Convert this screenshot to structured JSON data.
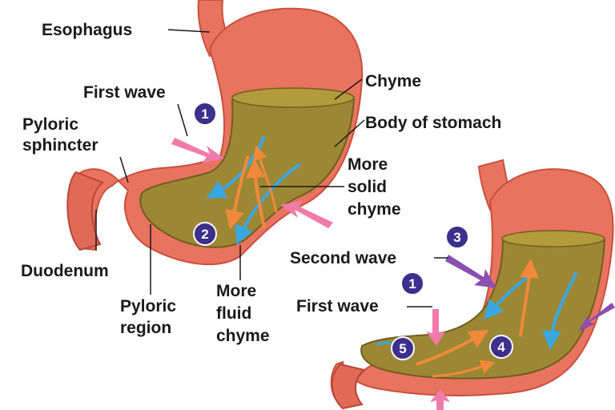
{
  "labels": {
    "esophagus": "Esophagus",
    "first_wave_top": "First wave",
    "pyloric_sphincter_1": "Pyloric",
    "pyloric_sphincter_2": "sphincter",
    "chyme": "Chyme",
    "body_of_stomach": "Body of stomach",
    "more_solid_1": "More",
    "more_solid_2": "solid",
    "more_solid_3": "chyme",
    "duodenum": "Duodenum",
    "pyloric_region_1": "Pyloric",
    "pyloric_region_2": "region",
    "more_fluid_1": "More",
    "more_fluid_2": "fluid",
    "more_fluid_3": "chyme",
    "second_wave": "Second wave",
    "first_wave_bottom": "First wave"
  },
  "steps": {
    "s1_top": "1",
    "s2": "2",
    "s3": "3",
    "s1_bottom": "1",
    "s4": "4",
    "s5": "5"
  },
  "colors": {
    "tissue": "#e8735f",
    "tissue_dark": "#c9503f",
    "chyme": "#9c8734",
    "chyme_dark": "#6f5f1f",
    "blue_arrow": "#3aa7e0",
    "orange_arrow": "#f08a3a",
    "pink_arrow": "#f07aa8",
    "purple_arrow": "#8a4fb0",
    "badge": "#3d2f8c"
  }
}
